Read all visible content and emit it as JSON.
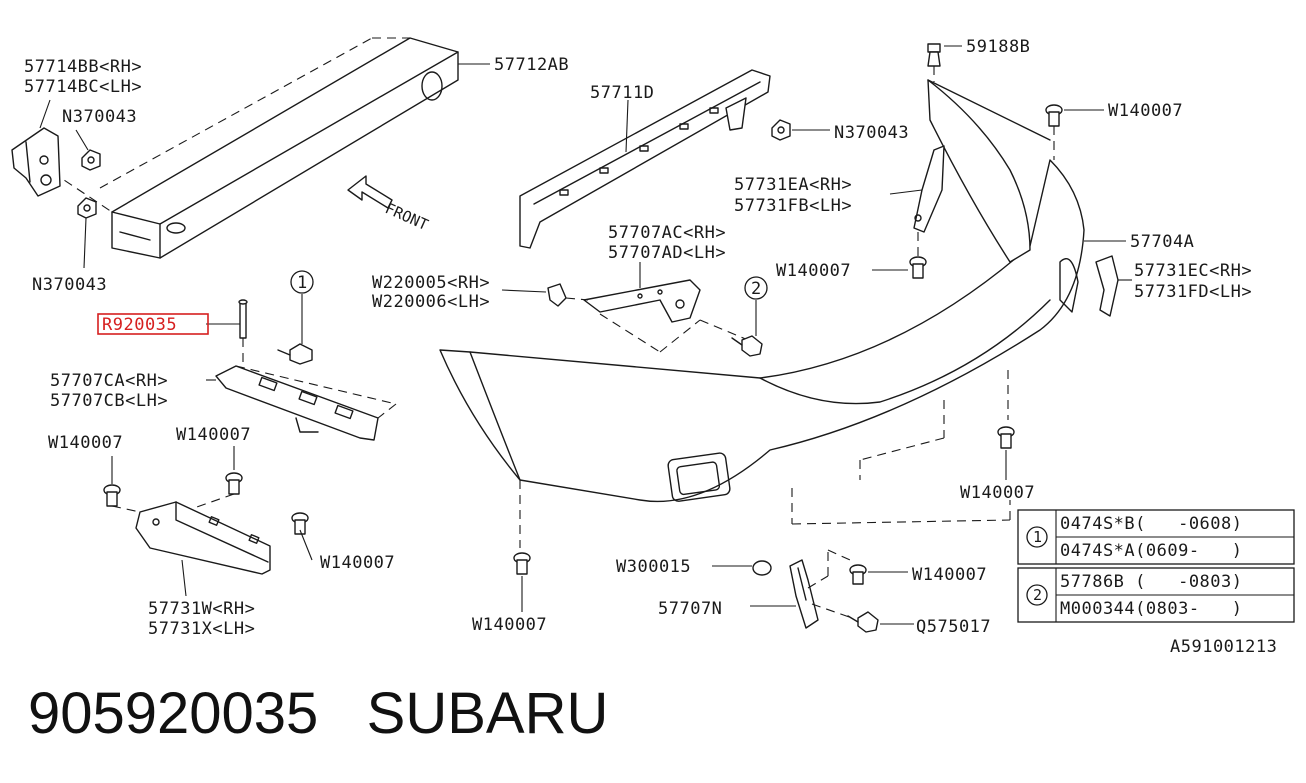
{
  "parts": {
    "p57714BB": "57714BB<RH>",
    "p57714BC": "57714BC<LH>",
    "pN370043_a": "N370043",
    "pN370043_b": "N370043",
    "pN370043_c": "N370043",
    "p57712AB": "57712AB",
    "p57711D": "57711D",
    "p59188B": "59188B",
    "pW140007_a": "W140007",
    "p57731EA": "57731EA<RH>",
    "p57731FB": "57731FB<LH>",
    "p57707AC": "57707AC<RH>",
    "p57707AD": "57707AD<LH>",
    "p57704A": "57704A",
    "pW140007_b": "W140007",
    "p57731EC": "57731EC<RH>",
    "p57731FD": "57731FD<LH>",
    "pW220005": "W220005<RH>",
    "pW220006": "W220006<LH>",
    "p905920035": "R920035",
    "p57707CA": "57707CA<RH>",
    "p57707CB": "57707CB<LH>",
    "pW140007_c": "W140007",
    "pW140007_d": "W140007",
    "pW140007_e": "W140007",
    "pW140007_f": "W140007",
    "p57731W": "57731W<RH>",
    "p57731X": "57731X<LH>",
    "pW140007_g": "W140007",
    "pW300015": "W300015",
    "pW140007_h": "W140007",
    "p57707N": "57707N",
    "pQ575017": "Q575017",
    "front": "FRONT"
  },
  "callouts": {
    "c1": "1",
    "c2": "2"
  },
  "table": {
    "row1_num": "1",
    "row1_a": "0474S*B(   -0608)",
    "row1_b": "0474S*A(0609-   )",
    "row2_num": "2",
    "row2_a": "57786B (   -0803)",
    "row2_b": "M000344(0803-   )"
  },
  "diagram_code": "A591001213",
  "caption": "905920035   SUBARU",
  "colors": {
    "highlight": "#d61f1f",
    "ink": "#1a1a1a"
  }
}
